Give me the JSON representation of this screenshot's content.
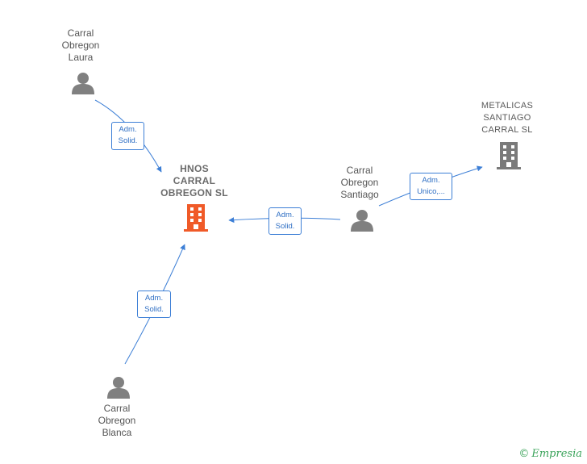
{
  "colors": {
    "edge": "#3d7fd6",
    "person": "#808080",
    "company_main": "#f05a28",
    "company": "#7a7a7a",
    "brand": "#3aa35a"
  },
  "nodes": {
    "laura": {
      "label": "Carral\nObregon\nLaura",
      "type": "person",
      "icon": "person-icon"
    },
    "hnos": {
      "label": "HNOS\nCARRAL\nOBREGON  SL",
      "type": "company",
      "icon": "building-icon",
      "highlight": true
    },
    "santiago": {
      "label": "Carral\nObregon\nSantiago",
      "type": "person",
      "icon": "person-icon"
    },
    "metalicas": {
      "label": "METALICAS\nSANTIAGO\nCARRAL  SL",
      "type": "company",
      "icon": "building-icon"
    },
    "blanca": {
      "label": "Carral\nObregon\nBlanca",
      "type": "person",
      "icon": "person-icon"
    }
  },
  "edges": {
    "laura_hnos": {
      "label": "Adm.\nSolid."
    },
    "santiago_hnos": {
      "label": "Adm.\nSolid."
    },
    "santiago_metalicas": {
      "label": "Adm.\nUnico,..."
    },
    "blanca_hnos": {
      "label": "Adm.\nSolid."
    }
  },
  "footer": {
    "copyright": "©",
    "brand": "Empresia"
  }
}
